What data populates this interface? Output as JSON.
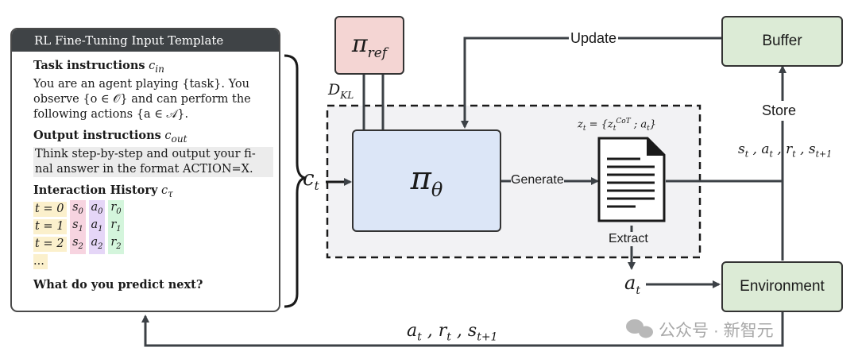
{
  "template": {
    "title": "RL Fine-Tuning Input Template",
    "task_heading": "Task instructions",
    "task_sub": "c",
    "task_sub_index": "in",
    "task_lines": [
      "You are an agent playing {task}. You",
      "observe {o ∈ 𝒪} and can perform the",
      "following actions {a ∈ 𝒜}."
    ],
    "output_heading": "Output instructions",
    "output_sub": "c",
    "output_sub_index": "out",
    "output_lines": [
      "Think step-by-step and output your fi-",
      "nal answer in the format ACTION=X."
    ],
    "history_heading": "Interaction History",
    "history_sub": "c",
    "history_sub_index": "τ",
    "history_rows": [
      {
        "t": "t = 0",
        "s": "s0",
        "a": "a0",
        "r": "r0"
      },
      {
        "t": "t = 1",
        "s": "s1",
        "a": "a1",
        "r": "r1"
      },
      {
        "t": "t = 2",
        "s": "s2",
        "a": "a2",
        "r": "r2"
      }
    ],
    "history_more": "...",
    "question": "What do you predict next?"
  },
  "diagram": {
    "c_t": "c",
    "c_t_sub": "t",
    "pi_ref": "π",
    "pi_ref_sub": "ref",
    "d_kl": "D",
    "d_kl_sub": "KL",
    "pi_theta": "π",
    "pi_theta_sub": "θ",
    "generate": "Generate",
    "z_t": "z_t = {z_t^CoT ; a_t}",
    "extract": "Extract",
    "a_t": "a",
    "a_t_sub": "t",
    "update": "Update",
    "buffer": "Buffer",
    "store": "Store",
    "transition": "s_t , a_t , r_t , s_t+1",
    "environment": "Environment",
    "feedback": "a_t , r_t , s_t+1"
  },
  "watermark": "公众号 · 新智元",
  "colors": {
    "pi_ref_fill": "#f4d5d3",
    "pi_theta_fill": "#dce6f7",
    "buffer_fill": "#dcebd6",
    "environment_fill": "#dcebd6",
    "dashed_region": "#f2f2f4",
    "arrow": "#3c4146"
  }
}
